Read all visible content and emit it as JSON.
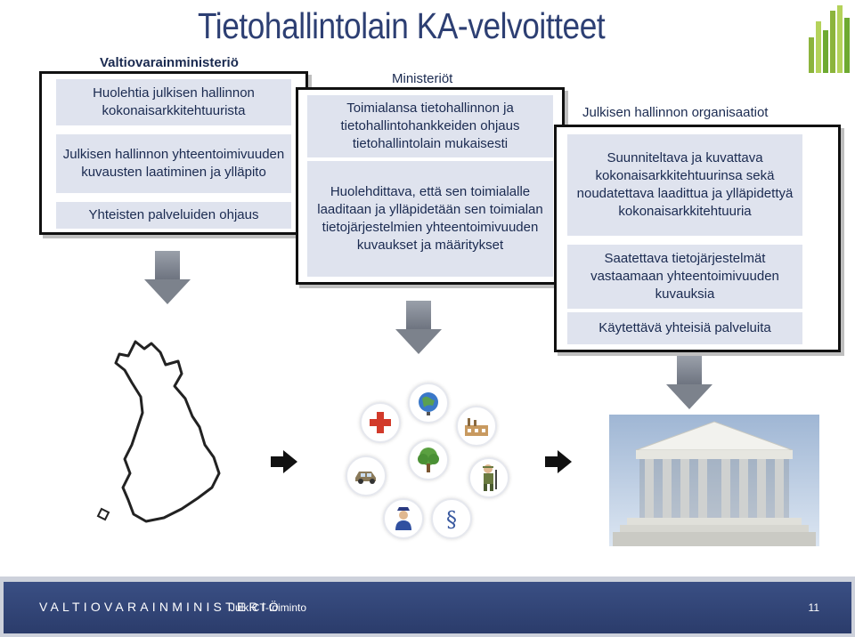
{
  "title": "Tietohallintolain KA-velvoitteet",
  "colors": {
    "title": "#2d3f73",
    "cell": "#dfe3ee",
    "footer": "#2d3f73",
    "bars": [
      "#8cb43c",
      "#b4d25a",
      "#6eaa32"
    ]
  },
  "left": {
    "label": "Valtiovarainministeriö",
    "items": [
      "Huolehtia julkisen hallinnon kokonaisarkkitehtuurista",
      "Julkisen hallinnon yhteentoimivuuden kuvausten laatiminen ja ylläpito",
      "Yhteisten palveluiden ohjaus"
    ]
  },
  "middle": {
    "label": "Ministeriöt",
    "items": [
      "Toimialansa tietohallinnon ja tietohallintohankkeiden ohjaus tietohallintolain mukaisesti",
      "Huolehdittava, että sen toimialalle laaditaan ja ylläpidetään sen toimialan tietojärjestelmien yhteentoimivuuden kuvaukset ja määritykset"
    ]
  },
  "right": {
    "label": "Julkisen hallinnon organisaatiot",
    "items": [
      "Suunniteltava ja kuvattava kokonaisarkkitehtuurinsa sekä noudatettava laadittua ja ylläpidettyä kokonaisarkkitehtuuria",
      "Saatettava tietojärjestelmät vastaamaan yhteentoimivuuden kuvauksia",
      "Käytettävä yhteisiä palveluita"
    ]
  },
  "icons": [
    "globe-icon",
    "health-cross-icon",
    "factory-icon",
    "tree-icon",
    "car-icon",
    "soldier-icon",
    "police-icon",
    "law-paragraph-icon"
  ],
  "footer": {
    "brand": "VALTIOVARAINMINISTERIÖ",
    "text": "JulkICT-toiminto",
    "page": "11"
  }
}
